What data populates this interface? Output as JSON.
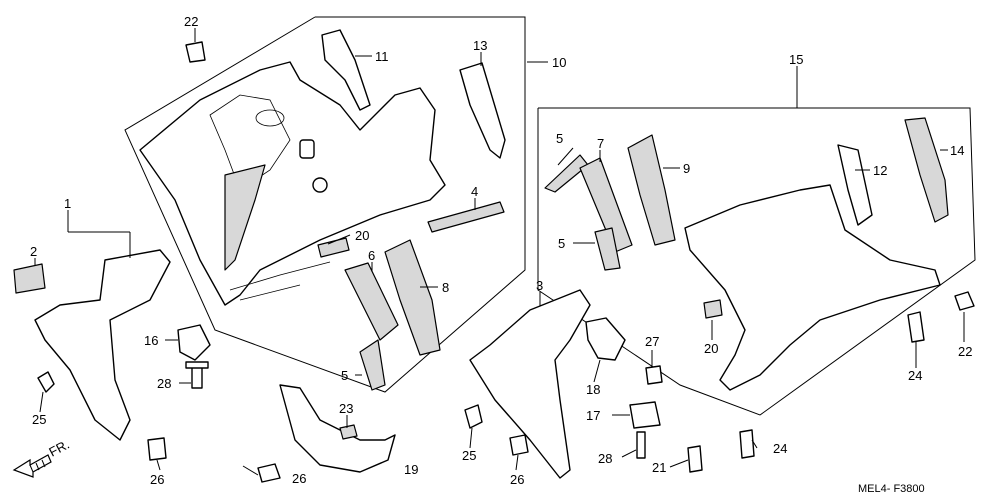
{
  "callouts": {
    "c1": "1",
    "c2": "2",
    "c3": "3",
    "c4": "4",
    "c5a": "5",
    "c5b": "5",
    "c5c": "5",
    "c6": "6",
    "c7": "7",
    "c8": "8",
    "c9": "9",
    "c10": "10",
    "c11": "11",
    "c12": "12",
    "c13": "13",
    "c14": "14",
    "c15": "15",
    "c16": "16",
    "c17": "17",
    "c18": "18",
    "c19": "19",
    "c20a": "20",
    "c20b": "20",
    "c21": "21",
    "c22a": "22",
    "c22b": "22",
    "c23": "23",
    "c24a": "24",
    "c24b": "24",
    "c25a": "25",
    "c25b": "25",
    "c26a": "26",
    "c26b": "26",
    "c27": "27",
    "c28a": "28",
    "c28b": "28"
  },
  "front_indicator": "FR.",
  "diagram_code": "MEL4- F3800"
}
